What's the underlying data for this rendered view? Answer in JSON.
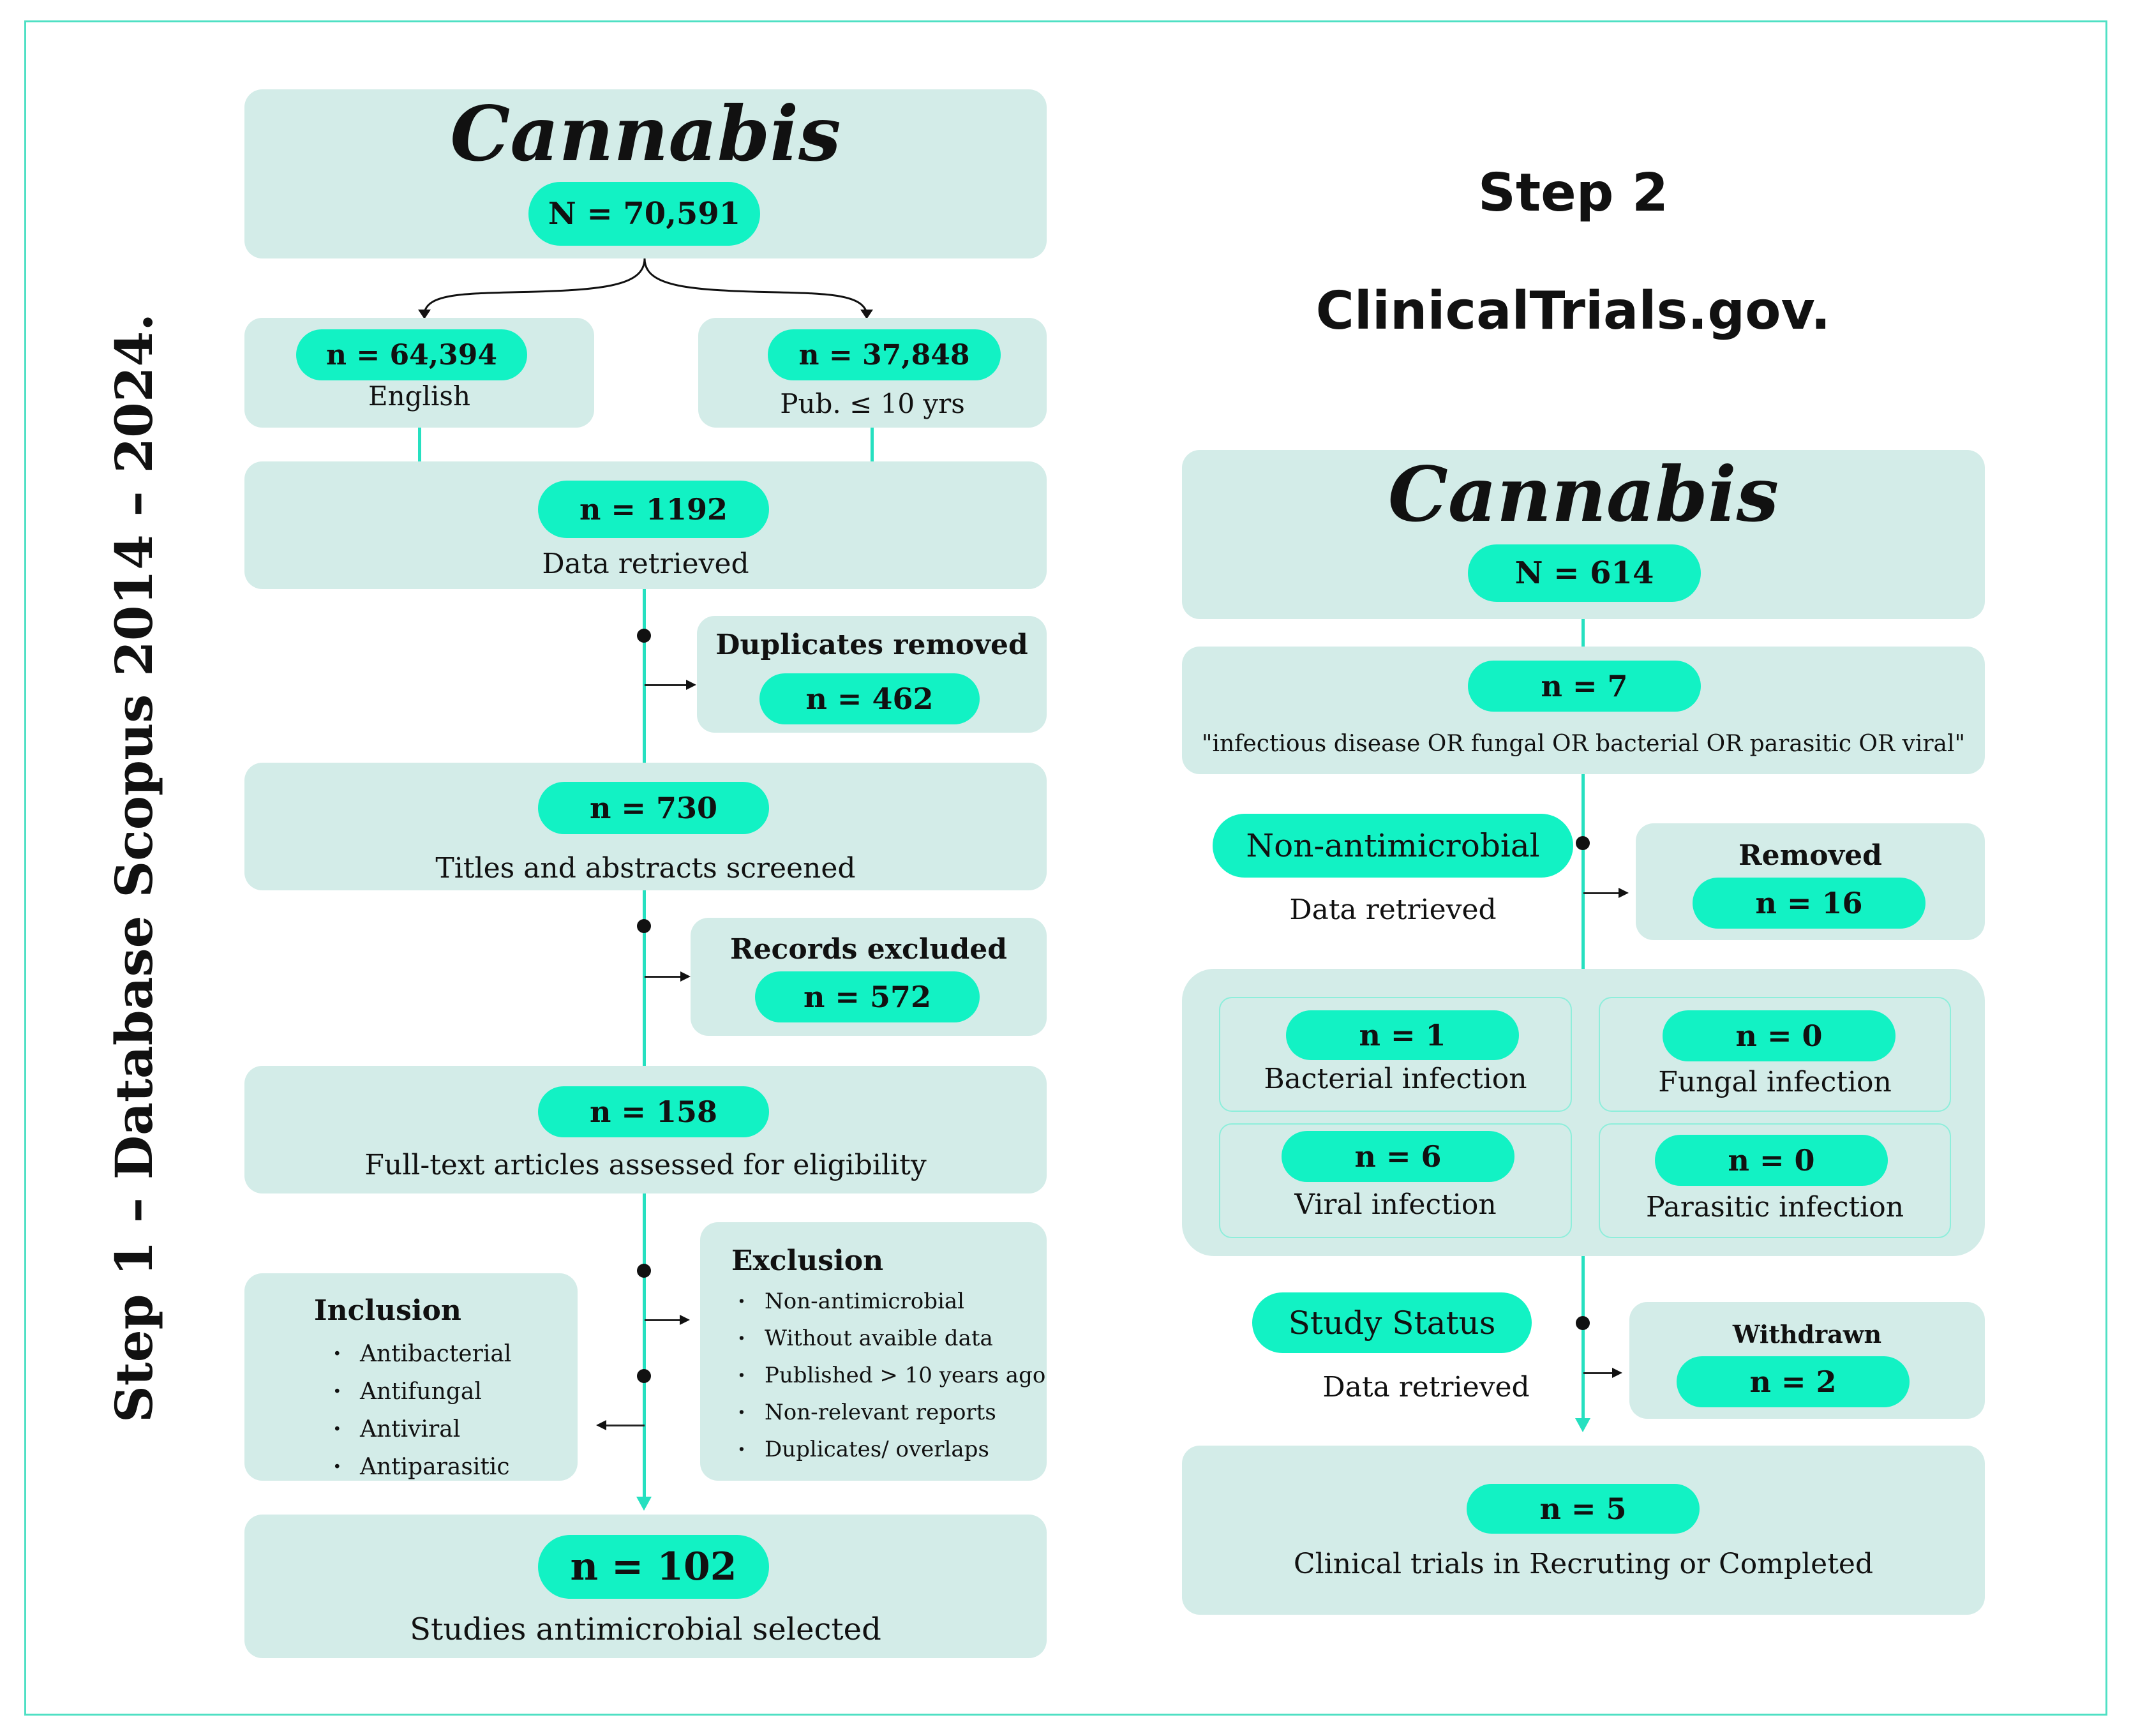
{
  "step1": {
    "title": "Step 1 – Database Scopus 2014 – 2024.",
    "header": {
      "title": "Cannabis",
      "count": "N = 70,591"
    },
    "english": {
      "count": "n = 64,394",
      "label": "English"
    },
    "pub": {
      "count": "n = 37,848",
      "label": "Pub. ≤ 10 yrs"
    },
    "retrieved": {
      "count": "n = 1192",
      "label": "Data retrieved"
    },
    "duplicates": {
      "title": "Duplicates removed",
      "count": "n = 462"
    },
    "screened": {
      "count": "n = 730",
      "label": "Titles and abstracts screened"
    },
    "excluded": {
      "title": "Records excluded",
      "count": "n = 572"
    },
    "fulltext": {
      "count": "n = 158",
      "label": "Full-text articles assessed for eligibility"
    },
    "inclusion": {
      "title": "Inclusion",
      "items": [
        "Antibacterial",
        "Antifungal",
        "Antiviral",
        "Antiparasitic"
      ]
    },
    "exclusion": {
      "title": "Exclusion",
      "items": [
        "Non-antimicrobial",
        "Without avaible data",
        "Published > 10 years ago",
        "Non-relevant reports",
        "Duplicates/ overlaps"
      ]
    },
    "selected": {
      "count": "n = 102",
      "label": "Studies antimicrobial selected"
    }
  },
  "step2": {
    "title": "Step 2",
    "source": "ClinicalTrials.gov.",
    "header": {
      "title": "Cannabis",
      "count": "N = 614"
    },
    "query": {
      "count": "n = 7",
      "label": "\"infectious disease OR fungal OR bacterial OR parasitic OR viral\""
    },
    "nonantimicrobial": {
      "tag": "Non-antimicrobial",
      "label": "Data retrieved"
    },
    "removed": {
      "title": "Removed",
      "count": "n = 16"
    },
    "infections": [
      {
        "count": "n = 1",
        "label": "Bacterial infection"
      },
      {
        "count": "n = 0",
        "label": "Fungal infection"
      },
      {
        "count": "n = 6",
        "label": "Viral infection"
      },
      {
        "count": "n = 0",
        "label": "Parasitic infection"
      }
    ],
    "status": {
      "tag": "Study Status",
      "label": "Data retrieved"
    },
    "withdrawn": {
      "title": "Withdrawn",
      "count": "n = 2"
    },
    "final": {
      "count": "n = 5",
      "label": "Clinical trials in Recruting or Completed"
    }
  },
  "colors": {
    "box": "#d3ece8",
    "pill": "#12f2c4",
    "line": "#26e0c0",
    "frame": "#4fe0c4"
  }
}
